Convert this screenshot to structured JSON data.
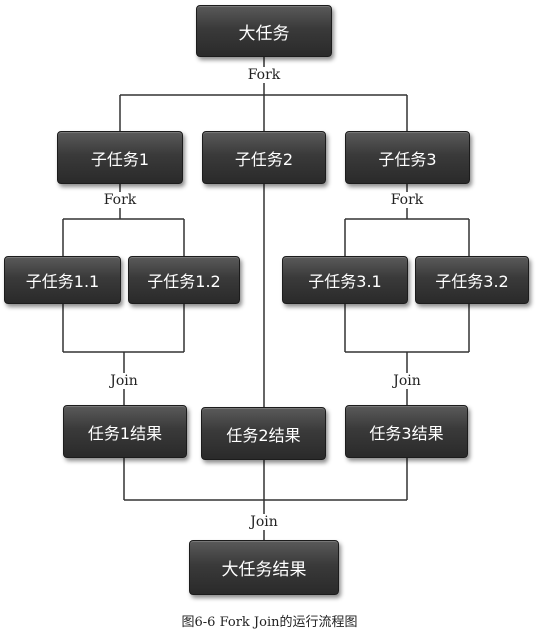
{
  "nodes": {
    "root": "大任务",
    "t1": "子任务1",
    "t2": "子任务2",
    "t3": "子任务3",
    "t11": "子任务1.1",
    "t12": "子任务1.2",
    "t31": "子任务3.1",
    "t32": "子任务3.2",
    "r1": "任务1结果",
    "r2": "任务2结果",
    "r3": "任务3结果",
    "final": "大任务结果"
  },
  "labels": {
    "fork_top": "Fork",
    "fork_left": "Fork",
    "fork_right": "Fork",
    "join_left": "Join",
    "join_right": "Join",
    "join_bottom": "Join"
  },
  "caption": "图6-6  Fork Join的运行流程图"
}
